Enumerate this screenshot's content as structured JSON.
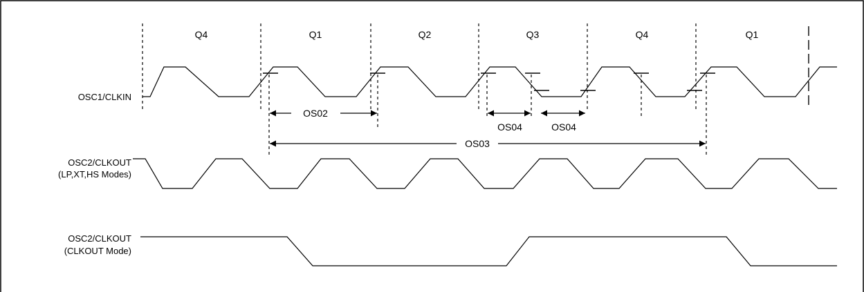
{
  "quarters": [
    "Q4",
    "Q1",
    "Q2",
    "Q3",
    "Q4",
    "Q1"
  ],
  "signals": {
    "osc1": {
      "label": "OSC1/CLKIN"
    },
    "osc2_lp": {
      "line1": "OSC2/CLKOUT",
      "line2": "(LP,XT,HS Modes)"
    },
    "osc2_clkout": {
      "line1": "OSC2/CLKOUT",
      "line2": "(CLKOUT Mode)"
    }
  },
  "measurements": {
    "os02": "OS02",
    "os03": "OS03",
    "os04_first": "OS04",
    "os04_second": "OS04"
  }
}
